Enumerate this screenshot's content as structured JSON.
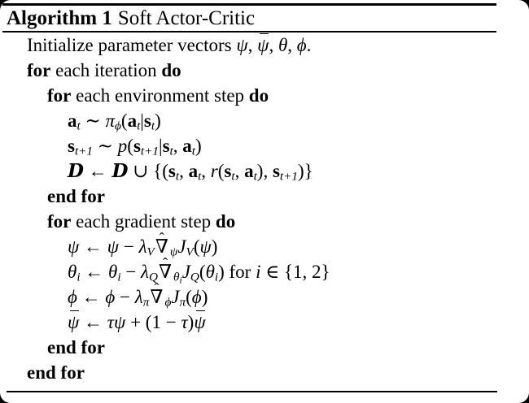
{
  "colors": {
    "background": "#ffffff",
    "text": "#000000",
    "frame_outside": "#000000",
    "rule": "#000000"
  },
  "algorithm": {
    "label": "Algorithm 1",
    "title": "Soft Actor-Critic",
    "lines": [
      {
        "indent": 1,
        "segs": [
          {
            "t": "Initialize parameter vectors ",
            "s": "rm"
          },
          {
            "t": "ψ",
            "s": "i"
          },
          {
            "t": ", ",
            "s": "rm"
          },
          {
            "t": "ψ",
            "s": "bar"
          },
          {
            "t": ", ",
            "s": "rm"
          },
          {
            "t": "θ",
            "s": "i"
          },
          {
            "t": ", ",
            "s": "rm"
          },
          {
            "t": "ϕ",
            "s": "i"
          },
          {
            "t": ".",
            "s": "rm"
          }
        ]
      },
      {
        "indent": 1,
        "segs": [
          {
            "t": "for",
            "s": "b"
          },
          {
            "t": " each iteration ",
            "s": "rm"
          },
          {
            "t": "do",
            "s": "b"
          }
        ]
      },
      {
        "indent": 2,
        "segs": [
          {
            "t": "for",
            "s": "b"
          },
          {
            "t": " each environment step ",
            "s": "rm"
          },
          {
            "t": "do",
            "s": "b"
          }
        ]
      },
      {
        "indent": 3,
        "segs": [
          {
            "t": "a",
            "s": "mbf"
          },
          {
            "t": "t",
            "s": "sub"
          },
          {
            "t": " ∼ ",
            "s": "rm"
          },
          {
            "t": "π",
            "s": "i"
          },
          {
            "t": "ϕ",
            "s": "sub"
          },
          {
            "t": "(",
            "s": "rm"
          },
          {
            "t": "a",
            "s": "mbf"
          },
          {
            "t": "t",
            "s": "sub"
          },
          {
            "t": "|",
            "s": "rm"
          },
          {
            "t": "s",
            "s": "mbf"
          },
          {
            "t": "t",
            "s": "sub"
          },
          {
            "t": ")",
            "s": "rm"
          }
        ]
      },
      {
        "indent": 3,
        "segs": [
          {
            "t": "s",
            "s": "mbf"
          },
          {
            "t": "t+1",
            "s": "sub"
          },
          {
            "t": " ∼ ",
            "s": "rm"
          },
          {
            "t": "p",
            "s": "i"
          },
          {
            "t": "(",
            "s": "rm"
          },
          {
            "t": "s",
            "s": "mbf"
          },
          {
            "t": "t+1",
            "s": "sub"
          },
          {
            "t": "|",
            "s": "rm"
          },
          {
            "t": "s",
            "s": "mbf"
          },
          {
            "t": "t",
            "s": "sub"
          },
          {
            "t": ", ",
            "s": "rm"
          },
          {
            "t": "a",
            "s": "mbf"
          },
          {
            "t": "t",
            "s": "sub"
          },
          {
            "t": ")",
            "s": "rm"
          }
        ]
      },
      {
        "indent": 3,
        "segs": [
          {
            "t": "D",
            "s": "cal"
          },
          {
            "t": " ← ",
            "s": "rm"
          },
          {
            "t": "D",
            "s": "cal"
          },
          {
            "t": " ∪ {(",
            "s": "rm"
          },
          {
            "t": "s",
            "s": "mbf"
          },
          {
            "t": "t",
            "s": "sub"
          },
          {
            "t": ", ",
            "s": "rm"
          },
          {
            "t": "a",
            "s": "mbf"
          },
          {
            "t": "t",
            "s": "sub"
          },
          {
            "t": ", ",
            "s": "rm"
          },
          {
            "t": "r",
            "s": "i"
          },
          {
            "t": "(",
            "s": "rm"
          },
          {
            "t": "s",
            "s": "mbf"
          },
          {
            "t": "t",
            "s": "sub"
          },
          {
            "t": ", ",
            "s": "rm"
          },
          {
            "t": "a",
            "s": "mbf"
          },
          {
            "t": "t",
            "s": "sub"
          },
          {
            "t": "), ",
            "s": "rm"
          },
          {
            "t": "s",
            "s": "mbf"
          },
          {
            "t": "t+1",
            "s": "sub"
          },
          {
            "t": ")}",
            "s": "rm"
          }
        ]
      },
      {
        "indent": 2,
        "segs": [
          {
            "t": "end for",
            "s": "b"
          }
        ]
      },
      {
        "indent": 2,
        "segs": [
          {
            "t": "for",
            "s": "b"
          },
          {
            "t": " each gradient step ",
            "s": "rm"
          },
          {
            "t": "do",
            "s": "b"
          }
        ]
      },
      {
        "indent": 3,
        "segs": [
          {
            "t": "ψ",
            "s": "i"
          },
          {
            "t": " ← ",
            "s": "rm"
          },
          {
            "t": "ψ",
            "s": "i"
          },
          {
            "t": " − ",
            "s": "rm"
          },
          {
            "t": "λ",
            "s": "i"
          },
          {
            "t": "V",
            "s": "sub"
          },
          {
            "t": "∇",
            "s": "hat"
          },
          {
            "t": "ψ",
            "s": "sub"
          },
          {
            "t": "J",
            "s": "i"
          },
          {
            "t": "V",
            "s": "sub"
          },
          {
            "t": "(",
            "s": "rm"
          },
          {
            "t": "ψ",
            "s": "i"
          },
          {
            "t": ")",
            "s": "rm"
          }
        ]
      },
      {
        "indent": 3,
        "segs": [
          {
            "t": "θ",
            "s": "i"
          },
          {
            "t": "i",
            "s": "sub"
          },
          {
            "t": " ← ",
            "s": "rm"
          },
          {
            "t": "θ",
            "s": "i"
          },
          {
            "t": "i",
            "s": "sub"
          },
          {
            "t": " − ",
            "s": "rm"
          },
          {
            "t": "λ",
            "s": "i"
          },
          {
            "t": "Q",
            "s": "sub"
          },
          {
            "t": "∇",
            "s": "hat"
          },
          {
            "t": "θ",
            "s": "sub"
          },
          {
            "t": "i",
            "s": "sub2"
          },
          {
            "t": "J",
            "s": "i"
          },
          {
            "t": "Q",
            "s": "sub"
          },
          {
            "t": "(",
            "s": "rm"
          },
          {
            "t": "θ",
            "s": "i"
          },
          {
            "t": "i",
            "s": "sub"
          },
          {
            "t": ") for ",
            "s": "rm"
          },
          {
            "t": "i",
            "s": "i"
          },
          {
            "t": " ∈ {1, 2}",
            "s": "rm"
          }
        ]
      },
      {
        "indent": 3,
        "segs": [
          {
            "t": "ϕ",
            "s": "i"
          },
          {
            "t": " ← ",
            "s": "rm"
          },
          {
            "t": "ϕ",
            "s": "i"
          },
          {
            "t": " − ",
            "s": "rm"
          },
          {
            "t": "λ",
            "s": "i"
          },
          {
            "t": "π",
            "s": "sub"
          },
          {
            "t": "∇",
            "s": "hat"
          },
          {
            "t": "ϕ",
            "s": "sub"
          },
          {
            "t": "J",
            "s": "i"
          },
          {
            "t": "π",
            "s": "sub"
          },
          {
            "t": "(",
            "s": "rm"
          },
          {
            "t": "ϕ",
            "s": "i"
          },
          {
            "t": ")",
            "s": "rm"
          }
        ]
      },
      {
        "indent": 3,
        "segs": [
          {
            "t": "ψ",
            "s": "bar"
          },
          {
            "t": " ← ",
            "s": "rm"
          },
          {
            "t": "τψ",
            "s": "i"
          },
          {
            "t": " + (1 − ",
            "s": "rm"
          },
          {
            "t": "τ",
            "s": "i"
          },
          {
            "t": ")",
            "s": "rm"
          },
          {
            "t": "ψ",
            "s": "bar"
          }
        ]
      },
      {
        "indent": 2,
        "segs": [
          {
            "t": "end for",
            "s": "b"
          }
        ]
      },
      {
        "indent": 1,
        "segs": [
          {
            "t": "end for",
            "s": "b"
          }
        ]
      }
    ]
  }
}
